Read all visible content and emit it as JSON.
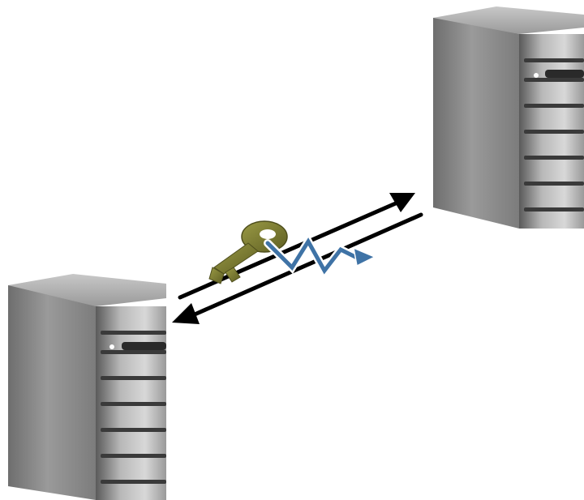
{
  "diagram": {
    "nodes": [
      {
        "id": "server-remote",
        "kind": "server",
        "icon": "server-tower-icon"
      },
      {
        "id": "server-local",
        "kind": "server",
        "icon": "server-tower-icon"
      }
    ],
    "connections": [
      {
        "from": "server-local",
        "to": "server-remote",
        "direction": "outgoing",
        "icon": "arrow-icon"
      },
      {
        "from": "server-remote",
        "to": "server-local",
        "direction": "incoming",
        "icon": "arrow-icon"
      }
    ],
    "overlays": [
      {
        "icon": "key-icon",
        "color": "#7a7a2e"
      },
      {
        "icon": "lightning-bolt-icon",
        "color": "#3f73a6"
      }
    ],
    "colors": {
      "server_body": "#8a8a8a",
      "arrow": "#000000",
      "key": "#7a7a2e",
      "bolt": "#3f73a6"
    }
  }
}
